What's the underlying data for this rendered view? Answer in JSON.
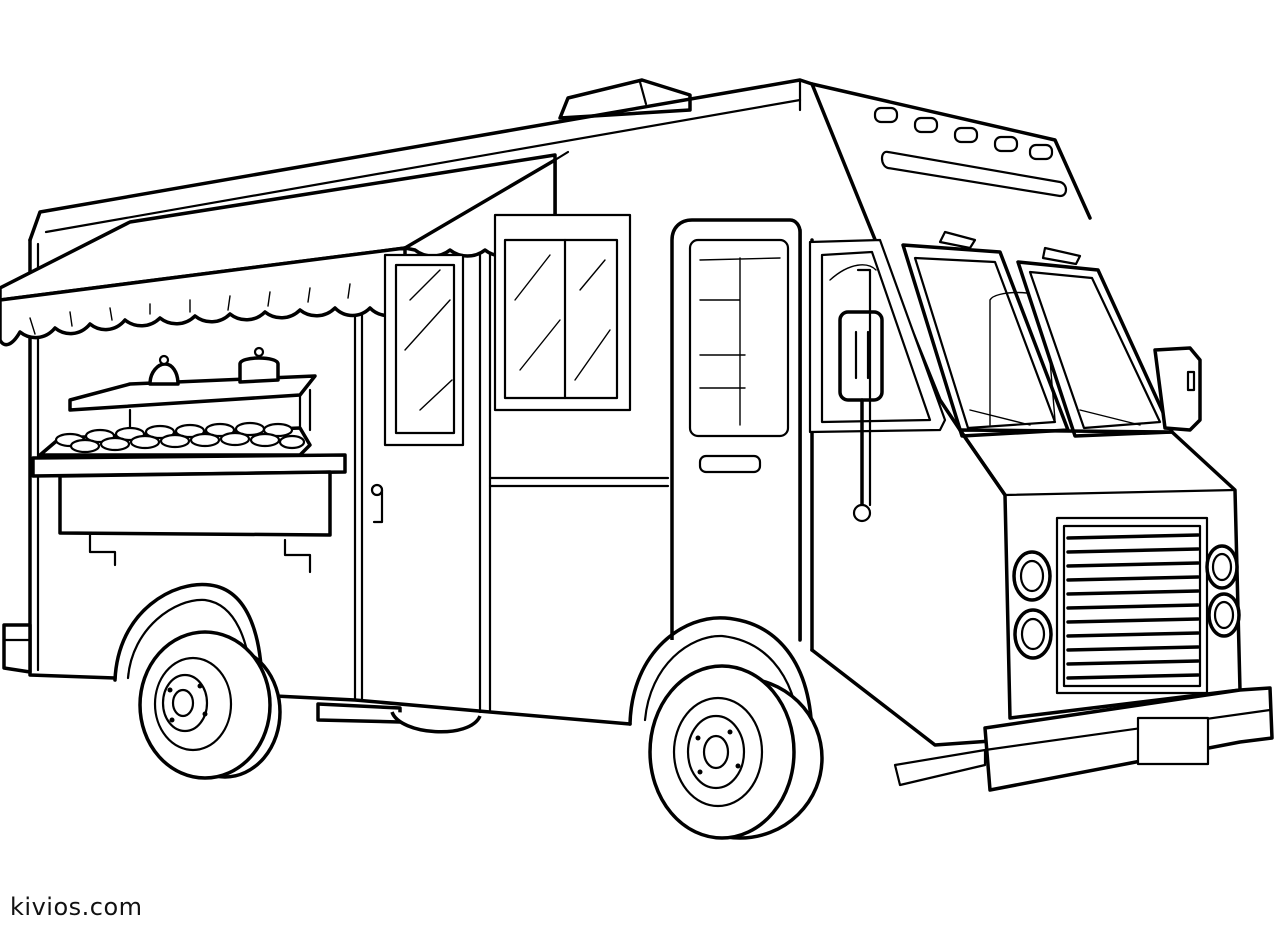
{
  "image": {
    "subject": "food-truck-coloring-page",
    "style": "black outline line art on white",
    "watermark": "kivios.com"
  },
  "colors": {
    "background": "#ffffff",
    "line": "#000000"
  }
}
